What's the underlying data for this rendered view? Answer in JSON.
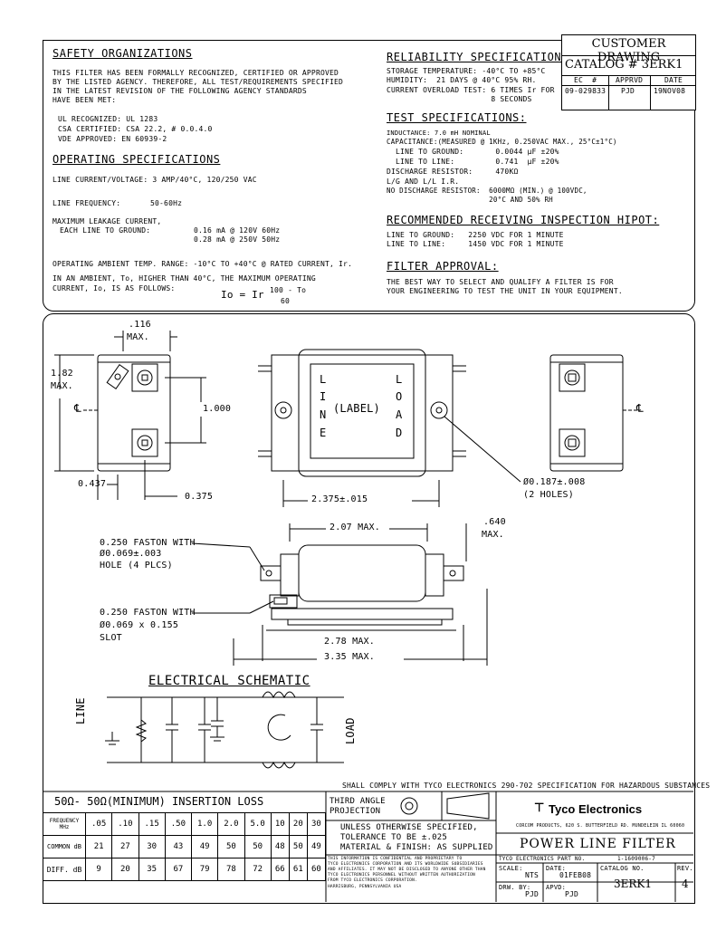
{
  "safety": {
    "heading": "SAFETY ORGANIZATIONS",
    "lines": [
      "THIS FILTER HAS BEEN FORMALLY RECOGNIZED, CERTIFIED OR APPROVED",
      "BY THE LISTED AGENCY. THEREFORE, ALL TEST/REQUIREMENTS SPECIFIED",
      "IN THE LATEST REVISION OF THE FOLLOWING AGENCY STANDARDS",
      "HAVE BEEN MET:"
    ],
    "agencies": [
      "UL RECOGNIZED: UL 1283",
      "CSA CERTIFIED: CSA 22.2, # 0.0.4.0",
      "VDE APPROVED: EN 60939-2"
    ]
  },
  "operating": {
    "heading": "OPERATING SPECIFICATIONS",
    "current": "LINE CURRENT/VOLTAGE: 3 AMP/40°C, 120/250 VAC",
    "frequency_label": "LINE FREQUENCY:",
    "frequency_value": "50-60Hz",
    "leakage_label_1": "MAXIMUM LEAKAGE CURRENT,",
    "leakage_label_2": "EACH LINE TO GROUND:",
    "leakage_1": "0.16 mA @ 120V 60Hz",
    "leakage_2": "0.28 mA @ 250V 50Hz",
    "ambient": "OPERATING AMBIENT TEMP. RANGE: -10°C TO +40°C @ RATED CURRENT, Ir.",
    "derate_1": "IN AN AMBIENT, To, HIGHER THAN 40°C, THE MAXIMUM OPERATING",
    "derate_2": "CURRENT, Io, IS AS FOLLOWS:",
    "formula_left": "Io = Ir",
    "formula_num": "100 - To",
    "formula_den": "60"
  },
  "reliability": {
    "heading": "RELIABILITY SPECIFICATIONS:",
    "lines": [
      "STORAGE TEMPERATURE: -40°C TO +85°C",
      "HUMIDITY:  21 DAYS @ 40°C 95% RH.",
      "CURRENT OVERLOAD TEST: 6 TIMES Ir FOR",
      "                       8 SECONDS"
    ]
  },
  "test": {
    "heading": "TEST SPECIFICATIONS:",
    "lines": [
      "INDUCTANCE: 7.0 mH NOMINAL",
      "CAPACITANCE:(MEASURED @ 1KHz, 0.250VAC MAX., 25°C±1°C)",
      "  LINE TO GROUND:       0.0044 µF ±20%",
      "  LINE TO LINE:         0.741  µF ±20%",
      "DISCHARGE RESISTOR:     470KΩ",
      "L/G AND L/L I.R.",
      "NO DISCHARGE RESISTOR:  6000MΩ (MIN.) @ 100VDC,",
      "                        20°C AND 50% RH"
    ]
  },
  "hipot": {
    "heading": "RECOMMENDED RECEIVING INSPECTION HIPOT:",
    "lines": [
      "LINE TO GROUND:   2250 VDC FOR 1 MINUTE",
      "LINE TO LINE:     1450 VDC FOR 1 MINUTE"
    ]
  },
  "approval": {
    "heading": "FILTER APPROVAL:",
    "lines": [
      "THE BEST WAY TO SELECT AND QUALIFY A FILTER IS FOR",
      "YOUR ENGINEERING TO TEST THE UNIT IN YOUR EQUIPMENT."
    ]
  },
  "title_block": {
    "customer_drawing": "CUSTOMER DRAWING",
    "catalog": "CATALOG # 3ERK1",
    "ec_label": "EC  #",
    "apprvd_label": "APPRVD",
    "date_label": "DATE",
    "ec_value": "09-029833",
    "apprvd_value": "PJD",
    "date_value": "19NOV08"
  },
  "drawing": {
    "dim_116": ".116",
    "max": "MAX.",
    "dim_182": "1.82",
    "dim_1000": "1.000",
    "dim_0437": "0.437",
    "dim_0375": "0.375",
    "dim_2375": "2.375±.015",
    "hole": "Ø0.187±.008",
    "holes_count": "(2 HOLES)",
    "label_line": [
      "L",
      "I",
      "N",
      "E"
    ],
    "label_load": [
      "L",
      "O",
      "A",
      "D"
    ],
    "label_center": "(LABEL)",
    "cl": "℄",
    "dim_207": "2.07 MAX.",
    "dim_640": ".640",
    "faston_1": [
      "0.250 FASTON WITH",
      "Ø0.069±.003",
      "HOLE (4 PLCS)"
    ],
    "faston_2": [
      "0.250 FASTON WITH",
      "Ø0.069 x 0.155",
      "SLOT"
    ],
    "dim_278": "2.78 MAX.",
    "dim_335": "3.35 MAX."
  },
  "schematic": {
    "heading": "ELECTRICAL SCHEMATIC",
    "line": "LINE",
    "load": "LOAD"
  },
  "compliance": "SHALL COMPLY WITH TYCO ELECTRONICS 290-702 SPECIFICATION FOR HAZARDOUS SUBSTANCES",
  "insertion": {
    "heading": "50Ω- 50Ω(MINIMUM) INSERTION LOSS",
    "row_freq": "FREQUENCY MHz",
    "row_common": "COMMON dB",
    "row_diff": "DIFF. dB",
    "freq": [
      ".05",
      ".10",
      ".15",
      ".50",
      "1.0",
      "2.0",
      "5.0",
      "10",
      "20",
      "30"
    ],
    "common": [
      "21",
      "27",
      "30",
      "43",
      "49",
      "50",
      "50",
      "48",
      "50",
      "49"
    ],
    "diff": [
      "9",
      "20",
      "35",
      "67",
      "79",
      "78",
      "72",
      "66",
      "61",
      "60"
    ]
  },
  "footer": {
    "projection": [
      "THIRD ANGLE",
      "PROJECTION"
    ],
    "tolerance": [
      "UNLESS OTHERWISE SPECIFIED,",
      "TOLERANCE TO BE ±.025",
      "MATERIAL & FINISH: AS SUPPLIED"
    ],
    "confidential": [
      "THIS INFORMATION IS CONFIDENTIAL AND PROPRIETARY TO",
      "TYCO ELECTRONICS CORPORATION AND ITS WORLDWIDE SUBSIDIARIES",
      "AND AFFILIATES. IT MAY NOT BE DISCLOSED TO ANYONE OTHER THAN",
      "TYCO ELECTRONICS PERSONNEL WITHOUT WRITTEN AUTHORIZATION",
      "FROM TYCO ELECTRONICS CORPORATION.",
      "HARRISBURG, PENNSYLVANIA USA"
    ],
    "company": "Tyco Electronics",
    "address": "CORCOM PRODUCTS, 620 S. BUTTERFIELD RD. MUNDELEIN IL 60060",
    "product": "POWER LINE FILTER",
    "part_label": "TYCO ELECTRONICS PART NO.",
    "part_value": "1-1609006-7",
    "scale_label": "SCALE:",
    "scale_value": "NTS",
    "date_label": "DATE:",
    "date_value": "01FEB08",
    "catalog_label": "CATALOG NO.",
    "catalog_value": "3ERK1",
    "rev_label": "REV.",
    "rev_value": "4",
    "drwn_label": "DRW. BY:",
    "drwn_value": "PJD",
    "apvd_label": "APVD:",
    "apvd_value": "PJD"
  }
}
